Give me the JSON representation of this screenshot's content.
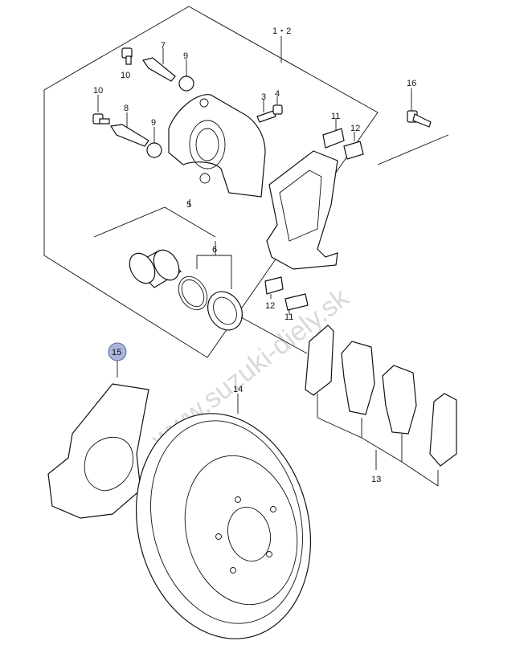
{
  "watermark": "www.suzuki-diely.sk",
  "callouts": {
    "c1_2": "1・2",
    "c3": "3",
    "c4": "4",
    "c5": "5",
    "c6": "6",
    "c7": "7",
    "c8": "8",
    "c9a": "9",
    "c9b": "9",
    "c10a": "10",
    "c10b": "10",
    "c11a": "11",
    "c11b": "11",
    "c12a": "12",
    "c12b": "12",
    "c13": "13",
    "c14": "14",
    "c15": "15",
    "c16": "16"
  },
  "colors": {
    "highlight_callout": "#aab4dc",
    "line": "#111111",
    "watermark": "#d9d9d9"
  }
}
